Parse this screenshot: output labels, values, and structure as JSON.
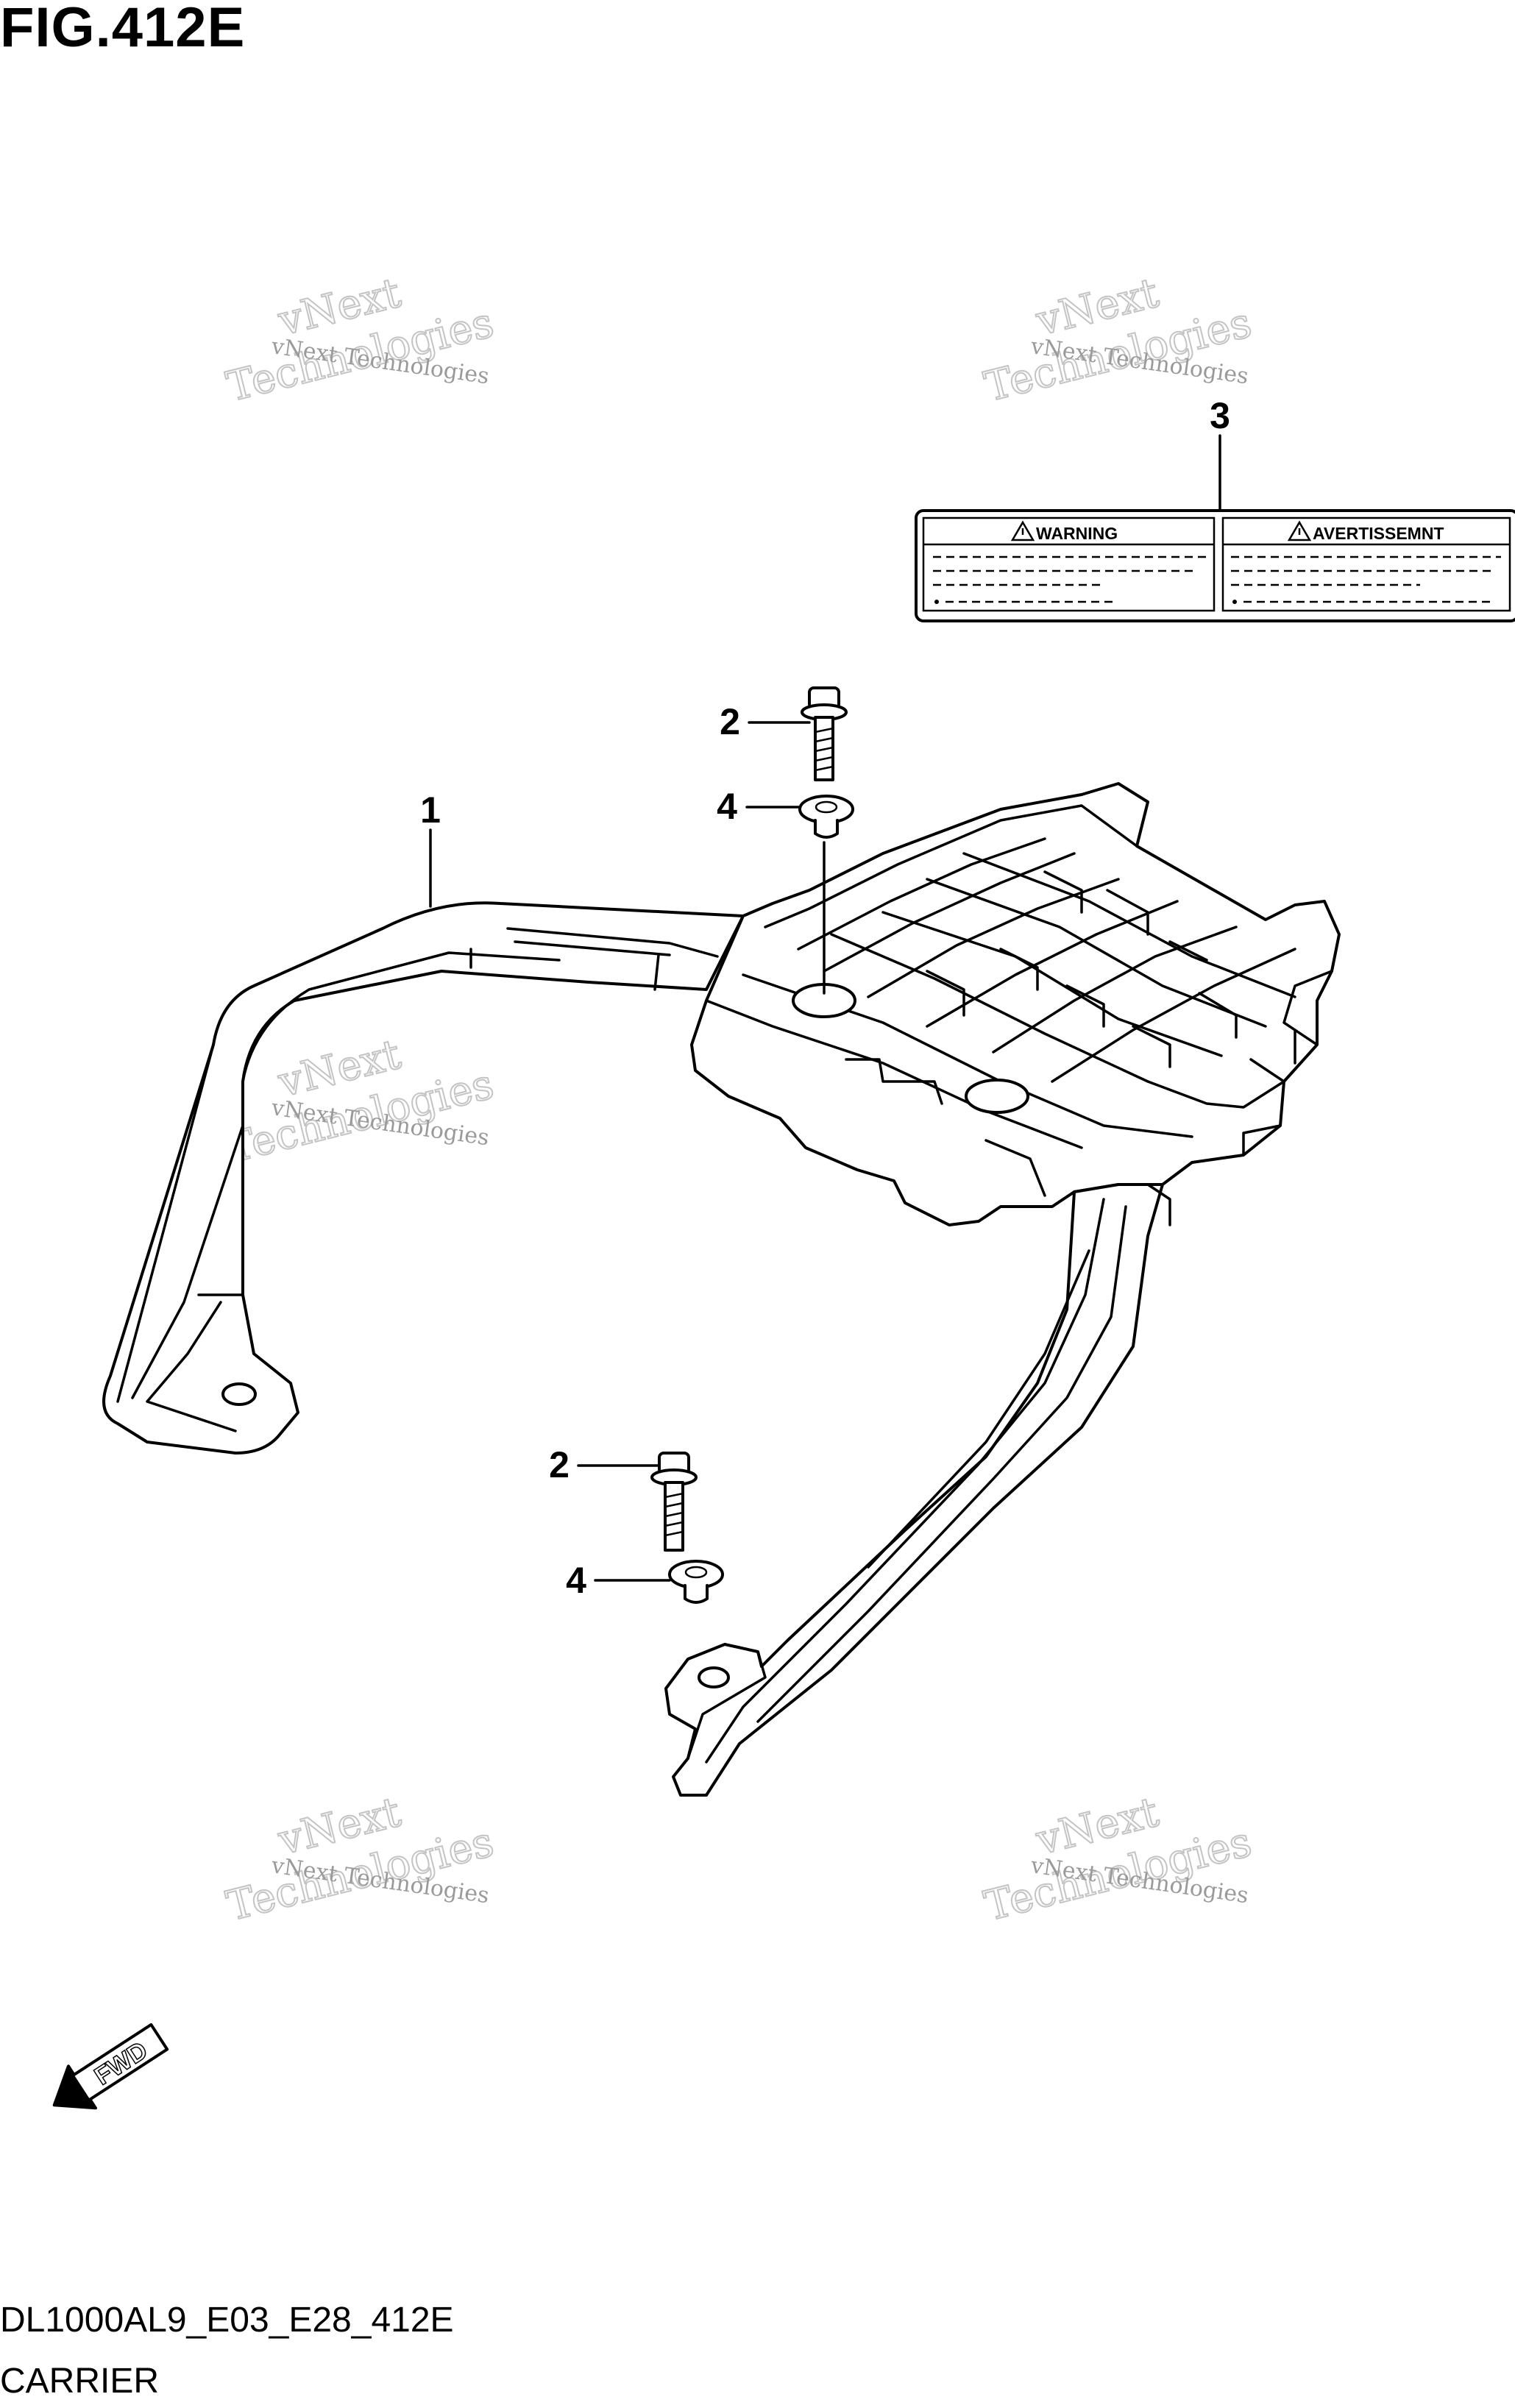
{
  "figure": {
    "title": "FIG.412E",
    "code": "DL1000AL9_E03_E28_412E",
    "name": "CARRIER"
  },
  "callouts": [
    {
      "id": "1",
      "part": "carrier"
    },
    {
      "id": "2",
      "part": "bolt"
    },
    {
      "id": "3",
      "part": "warning-label"
    },
    {
      "id": "4",
      "part": "washer"
    }
  ],
  "warning_label": {
    "left_heading": "WARNING",
    "right_heading": "AVERTISSEMNT"
  },
  "watermark": {
    "line1": "vNext Technologies",
    "line2": "vNext",
    "line3": "Technologies"
  },
  "fwd_arrow": {
    "label": "FWD"
  }
}
